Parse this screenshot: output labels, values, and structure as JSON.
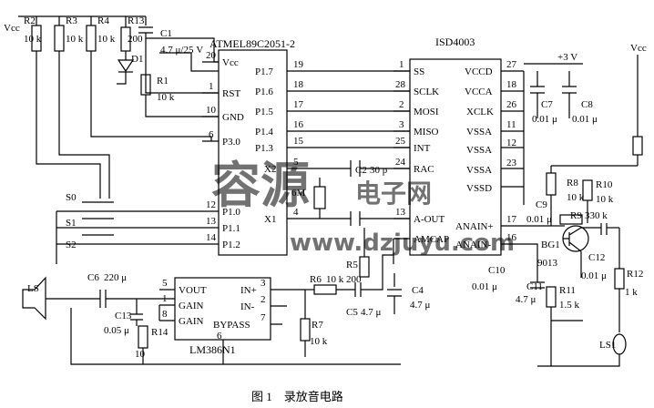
{
  "caption": "图 1　录放音电路",
  "watermark": {
    "brand_cn": "容源",
    "brand_sub": "电子网",
    "url": "www.dzjuyu.com"
  },
  "chips": {
    "mcu": {
      "name": "ATMEL89C2051-2",
      "left_pins": [
        {
          "num": "20",
          "label": "Vcc"
        },
        {
          "num": "1",
          "label": "RST"
        },
        {
          "num": "10",
          "label": "GND"
        },
        {
          "num": "6",
          "label": "P3.0"
        },
        {
          "num": "12",
          "label": "P1.0"
        },
        {
          "num": "13",
          "label": "P1.1"
        },
        {
          "num": "14",
          "label": "P1.2"
        }
      ],
      "right_pins": [
        {
          "num": "19",
          "label": "P1.7"
        },
        {
          "num": "18",
          "label": "P1.6"
        },
        {
          "num": "17",
          "label": "P1.5"
        },
        {
          "num": "16",
          "label": "P1.4"
        },
        {
          "num": "15",
          "label": "P1.3"
        },
        {
          "num": "5",
          "label": "X2"
        },
        {
          "num": "4",
          "label": "X1"
        }
      ]
    },
    "isd": {
      "name": "ISD4003",
      "left_pins": [
        {
          "num": "1",
          "label": "SS"
        },
        {
          "num": "28",
          "label": "SCLK"
        },
        {
          "num": "2",
          "label": "MOSI"
        },
        {
          "num": "3",
          "label": "MISO"
        },
        {
          "num": "25",
          "label": "INT"
        },
        {
          "num": "24",
          "label": "RAC"
        },
        {
          "num": "13",
          "label": "A-OUT"
        },
        {
          "num": "",
          "label": "AMCAP"
        }
      ],
      "right_pins": [
        {
          "num": "27",
          "label": "VCCD"
        },
        {
          "num": "18",
          "label": "VCCA"
        },
        {
          "num": "26",
          "label": "XCLK"
        },
        {
          "num": "11",
          "label": "VSSA"
        },
        {
          "num": "12",
          "label": "VSSA"
        },
        {
          "num": "23",
          "label": "VSSA"
        },
        {
          "num": "",
          "label": "VSSD"
        },
        {
          "num": "17",
          "label": "ANAIN+"
        },
        {
          "num": "16",
          "label": "ANAIN-"
        }
      ]
    },
    "amp": {
      "name": "LM386N1",
      "left_pins": [
        {
          "num": "5",
          "label": "VOUT"
        },
        {
          "num": "1",
          "label": "GAIN"
        },
        {
          "num": "8",
          "label": "GAIN"
        }
      ],
      "right_pins": [
        {
          "num": "3",
          "label": "IN+"
        },
        {
          "num": "2",
          "label": "IN-"
        },
        {
          "num": "7",
          "label": "BYPASS"
        }
      ],
      "bottom_pin": "6"
    }
  },
  "components": {
    "vcc_left": "Vcc",
    "r2": "R2",
    "r2v": "10 k",
    "r3": "R3",
    "r3v": "10 k",
    "r4": "R4",
    "r4v": "10 k",
    "r13": "R13",
    "r13v": "200",
    "c1": "C1",
    "c1v": "4.7 μ/25 V",
    "d1": "D1",
    "r1": "R1",
    "r1v": "10 k",
    "c2": "C2",
    "c2v": "30 p",
    "x6m": "6M",
    "s0": "S0",
    "s1": "S1",
    "s2": "S2",
    "plus3v": "+3 V",
    "vcc_right": "Vcc",
    "c7": "C7",
    "c7v": "0.01 μ",
    "c8": "C8",
    "c8v": "0.01 μ",
    "c9": "C9",
    "c9v": "0.01 μ",
    "r8": "R8",
    "r8v": "10 k",
    "r10": "R10",
    "r10v": "10 k",
    "r9": "R9",
    "r9v": "330 k",
    "bg1": "BG1",
    "q9013": "9013",
    "c12": "C12",
    "c12v": "0.01 μ",
    "r12": "R12",
    "r12v": "1 k",
    "c11": "C11",
    "c11v": "4.7 μ",
    "r11": "R11",
    "r11v": "1.5 k",
    "c10": "C10",
    "c10v": "0.01 μ",
    "ls1": "LS1",
    "ls": "LS",
    "c6": "C6",
    "c6v": "220 μ",
    "c13": "C13",
    "c13v": "0.05 μ",
    "r14": "R14",
    "r14v": "10",
    "r6": "R6",
    "r6v": "10 k",
    "r5": "R5",
    "r5v": "200",
    "c5": "C5",
    "c5v": "4.7 μ",
    "c4": "C4",
    "c4v": "4.7 μ",
    "r7": "R7",
    "r7v": "10 k"
  }
}
